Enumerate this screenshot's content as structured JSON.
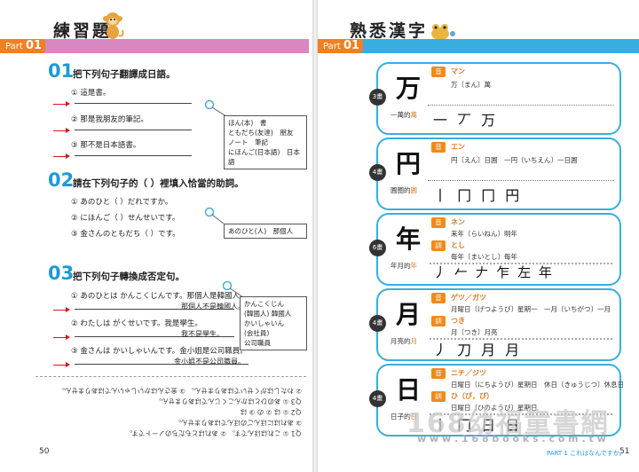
{
  "left_page": {
    "title": "練習題",
    "part_label": "Part",
    "part_num": "01",
    "q1": {
      "num": "01",
      "text": "把下列句子翻譯成日語。",
      "items": [
        "① 這是書。",
        "② 那是我朋友的筆記。",
        "③ 那不是日本語書。"
      ],
      "hints": [
        "ほん(本)　書",
        "ともだち(友達)　朋友",
        "ノート　筆記",
        "にほんご(日本語)　日本語"
      ]
    },
    "q2": {
      "num": "02",
      "text": "請在下列句子的（ ）裡填入恰當的助詞。",
      "items": [
        "① あのひと（ ）だれですか。",
        "② にほんご（ ）せんせいです。",
        "③ 金さんのともだち（ ）です。"
      ],
      "hints": [
        "あのひと(人)　那個人"
      ]
    },
    "q3": {
      "num": "03",
      "text": "把下列句子轉換成否定句。",
      "items": [
        {
          "jp": "① あのひとは かんこくじんです。那個人是韓國人。",
          "zh": "那個人不是韓國人。"
        },
        {
          "jp": "② わたしは がくせいです。我是學生。",
          "zh": "我不是學生。"
        },
        {
          "jp": "③ 金さんは かいしゃいんです。金小姐是公司職員。",
          "zh": "金小姐不是公司職員。"
        }
      ],
      "hints": [
        "かんこくじん",
        "(韓國人) 韓國人",
        "かいしゃいん",
        "(会社員)",
        "公司職員"
      ]
    },
    "answers_upside_down": [
      "Ｑ1 ① これはほんです。 ② あれはともだちのノートです。",
      "③ あれはにほんごのほんではありません。",
      "Ｑ2 ① は ② の ③ は",
      "Ｑ3 ① あのひとはかんこくじんではありません。",
      "② わたしはがくせいではありません。 ③ 金さんはかいしゃいんではありません。"
    ],
    "page_num": "50"
  },
  "right_page": {
    "title": "熟悉漢字",
    "part_label": "Part",
    "part_num": "01",
    "cards": [
      {
        "strokes": "3畫",
        "kanji": "万",
        "meaning_pre": "一萬的",
        "meaning_hl": "萬",
        "on_label": "音",
        "on": "マン",
        "on_ex": "万〔まん〕萬",
        "kun_label": "",
        "kun": "",
        "kun_ex": "",
        "stroke_seq": "一 丆 万"
      },
      {
        "strokes": "4畫",
        "kanji": "円",
        "meaning_pre": "圓圈的",
        "meaning_hl": "圓",
        "on_label": "音",
        "on": "エン",
        "on_ex": "円〔えん〕日圓　一円〔いちえん〕一日圓",
        "kun_label": "",
        "kun": "",
        "kun_ex": "",
        "stroke_seq": "丨 冂 冂 円"
      },
      {
        "strokes": "6畫",
        "kanji": "年",
        "meaning_pre": "年月的",
        "meaning_hl": "年",
        "on_label": "音",
        "on": "ネン",
        "on_ex": "来年〔らいねん〕明年",
        "kun_label": "訓",
        "kun": "とし",
        "kun_ex": "毎年〔まいとし〕每年",
        "stroke_seq": "丿 𠂉 𠂇 乍 左 年"
      },
      {
        "strokes": "4畫",
        "kanji": "月",
        "meaning_pre": "月亮的",
        "meaning_hl": "月",
        "on_label": "音",
        "on": "ゲツ／ガツ",
        "on_ex": "月曜日〔げつようび〕星期一　一月〔いちがつ〕一月",
        "kun_label": "訓",
        "kun": "つき",
        "kun_ex": "月〔つき〕月亮",
        "stroke_seq": "丿 刀 月 月"
      },
      {
        "strokes": "4畫",
        "kanji": "日",
        "meaning_pre": "日子的",
        "meaning_hl": "日",
        "on_label": "音",
        "on": "ニチ／ジツ",
        "on_ex": "日曜日〔にちようび〕星期日　休日〔きゅうじつ〕休息日",
        "kun_label": "訓",
        "kun": "ひ（び，び）",
        "kun_ex": "日曜日〔ひのようび〕星期日",
        "stroke_seq": "丨 冂 日 日"
      }
    ],
    "footer": "PART 1 これはなんですか。",
    "page_num": "51"
  },
  "watermark": {
    "cn": "168幼福童書網",
    "url": "w w w . 1 6 8 b o o k s . c o m . t w"
  },
  "colors": {
    "accent_blue": "#38aee0",
    "orange": "#f08020",
    "pink_bar": "#d987c0",
    "red_arrow": "#dd1122"
  }
}
